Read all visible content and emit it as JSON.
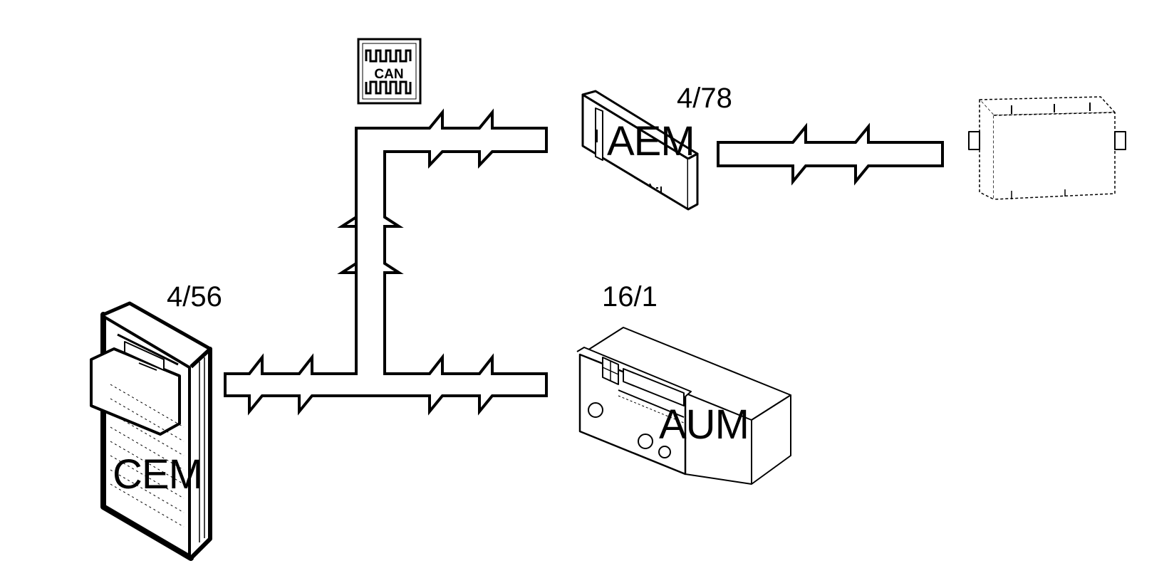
{
  "can_badge": {
    "text": "CAN",
    "icon": "can-bus-icon"
  },
  "modules": {
    "cem": {
      "code": "4/56",
      "name": "CEM"
    },
    "aem": {
      "code": "4/78",
      "name": "AEM"
    },
    "aum": {
      "code": "16/1",
      "name": "AUM"
    }
  },
  "icons": {
    "cem": "control-module-icon",
    "aem": "module-box-icon",
    "aum": "radio-unit-icon",
    "extension": "connector-housing-icon"
  },
  "colors": {
    "line": "#000000",
    "background": "#ffffff"
  }
}
